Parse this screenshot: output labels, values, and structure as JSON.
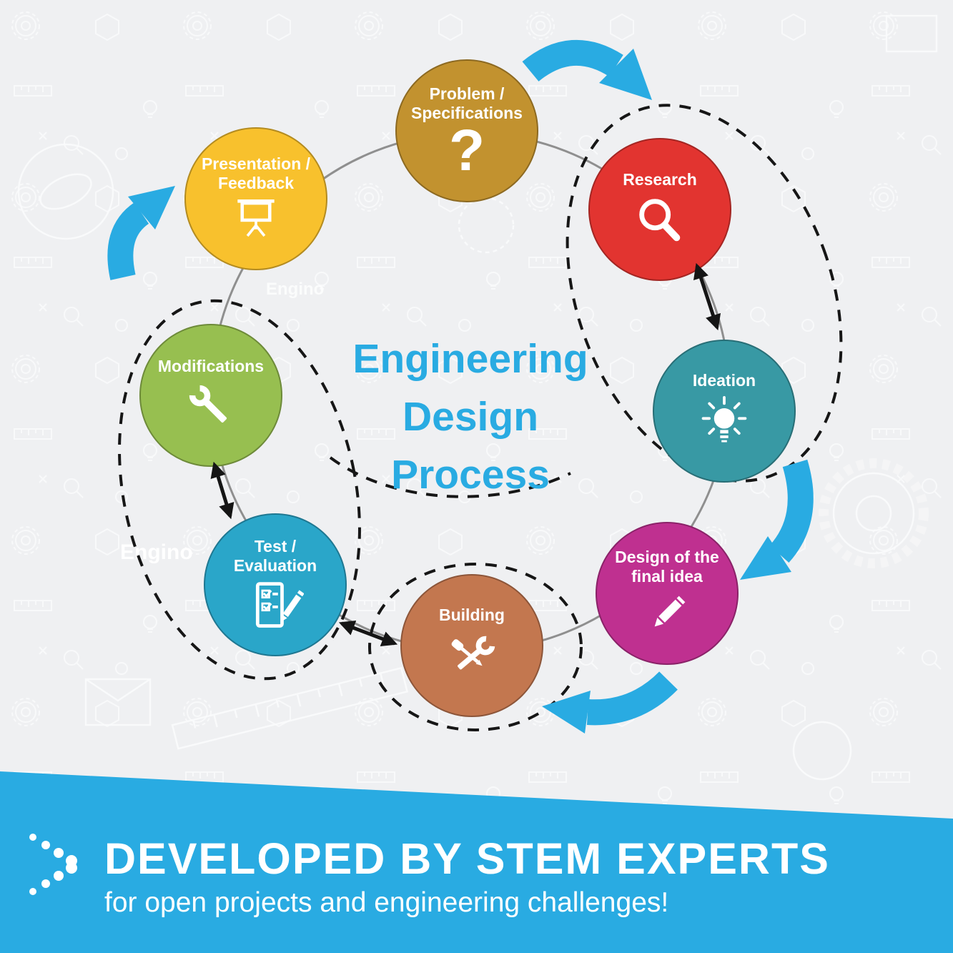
{
  "title": {
    "line1": "Engineering",
    "line2": "Design",
    "line3": "Process",
    "color": "#29abe2"
  },
  "steps": [
    {
      "label": "Problem / Specifications",
      "color": "#c2922f",
      "icon": "question-mark-icon",
      "icon_glyph": "?"
    },
    {
      "label": "Research",
      "color": "#e23430",
      "icon": "magnifier-icon"
    },
    {
      "label": "Ideation",
      "color": "#3899a4",
      "icon": "lightbulb-icon"
    },
    {
      "label": "Design of the final idea",
      "color": "#bf3090",
      "icon": "pencil-icon"
    },
    {
      "label": "Building",
      "color": "#c3774f",
      "icon": "tools-icon"
    },
    {
      "label": "Test / Evaluation",
      "color": "#2aa6c9",
      "icon": "checklist-pencil-icon"
    },
    {
      "label": "Modifications",
      "color": "#97bf50",
      "icon": "wrench-icon"
    },
    {
      "label": "Presentation / Feedback",
      "color": "#f8c12d",
      "icon": "presentation-board-icon"
    }
  ],
  "banner": {
    "heading": "DEVELOPED BY STEM EXPERTS",
    "subheading": "for open projects and engineering challenges!",
    "background": "#29abe2"
  },
  "watermark": "Engino",
  "colors": {
    "accent_blue": "#29abe2",
    "connector_gray": "#8f8f8f",
    "dashed_path": "#161616",
    "background": "#eff0f2"
  }
}
